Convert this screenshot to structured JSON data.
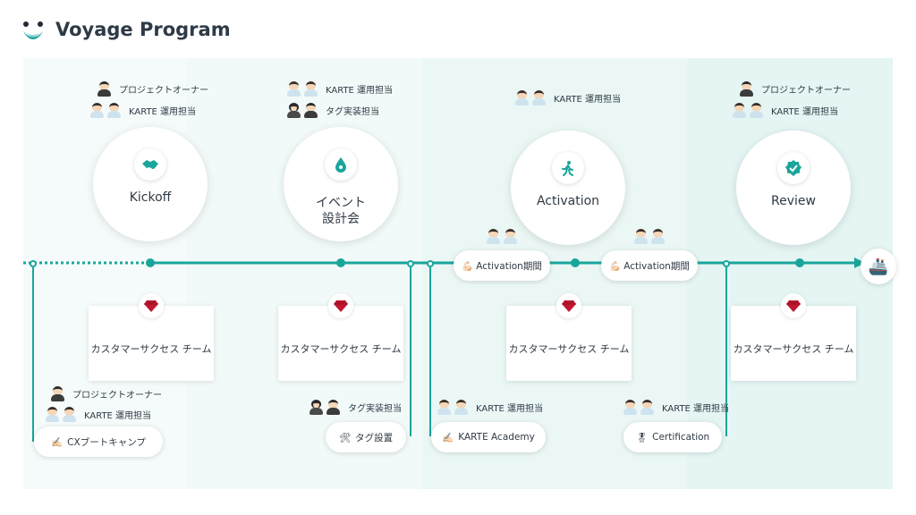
{
  "header": {
    "title": "Voyage Program"
  },
  "colors": {
    "accent": "#1aa59b",
    "panel_light": "#f4fbfa",
    "panel_mid": "#e9f7f5",
    "gem": "#c0182f"
  },
  "phases": [
    {
      "label": "Kickoff",
      "icon": "handshake-icon",
      "roles": [
        {
          "text": "プロジェクトオーナー",
          "avatar": "owner"
        },
        {
          "text": "KARTE 運用担当",
          "avatar": "staff"
        }
      ]
    },
    {
      "label": "イベント\n設計会",
      "icon": "water-drop-icon",
      "roles": [
        {
          "text": "KARTE 運用担当",
          "avatar": "staff"
        },
        {
          "text": "タグ実装担当",
          "avatar": "engineer"
        }
      ]
    },
    {
      "label": "Activation",
      "icon": "running-person-icon",
      "roles": [
        {
          "text": "KARTE 運用担当",
          "avatar": "staff"
        }
      ]
    },
    {
      "label": "Review",
      "icon": "check-badge-icon",
      "roles": [
        {
          "text": "プロジェクトオーナー",
          "avatar": "owner"
        },
        {
          "text": "KARTE 運用担当",
          "avatar": "staff"
        }
      ]
    }
  ],
  "cards": [
    {
      "label": "カスタマーサクセス チーム"
    },
    {
      "label": "カスタマーサクセス チーム"
    },
    {
      "label": "カスタマーサクセス チーム"
    },
    {
      "label": "カスタマーサクセス チーム"
    }
  ],
  "activation_pills": [
    {
      "emoji": "💪🏻",
      "label": "Activation期間",
      "role": "KARTE 運用担当"
    },
    {
      "emoji": "💪🏻",
      "label": "Activation期間",
      "role": "KARTE 運用担当"
    }
  ],
  "events": [
    {
      "emoji": "✍🏻",
      "label": "CXブートキャンプ",
      "roles": [
        {
          "text": "プロジェクトオーナー",
          "avatar": "owner"
        },
        {
          "text": "KARTE 運用担当",
          "avatar": "staff"
        }
      ]
    },
    {
      "emoji": "🛠",
      "label": "タグ設置",
      "roles": [
        {
          "text": "タグ実装担当",
          "avatar": "engineer"
        }
      ]
    },
    {
      "emoji": "✍🏻",
      "label": "KARTE Academy",
      "roles": [
        {
          "text": "KARTE 運用担当",
          "avatar": "staff"
        }
      ]
    },
    {
      "emoji": "🎖",
      "label": "Certification",
      "roles": [
        {
          "text": "KARTE 運用担当",
          "avatar": "staff"
        }
      ]
    }
  ],
  "goal": {
    "emoji": "🚢"
  }
}
